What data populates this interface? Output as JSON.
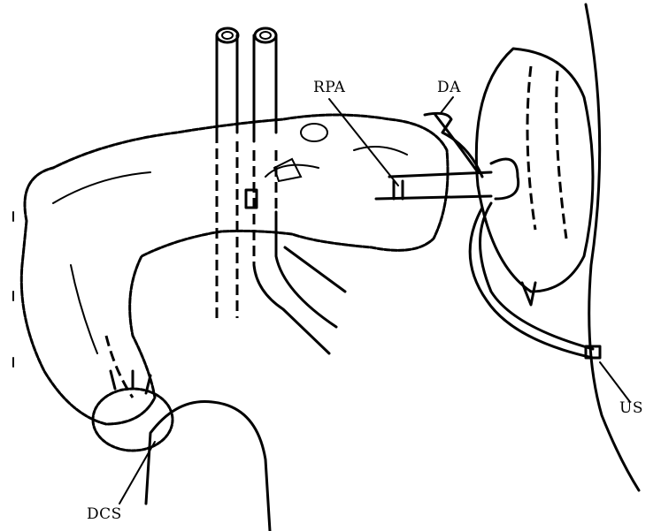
{
  "diagram": {
    "labels": {
      "rpa": "RPA",
      "da": "DA",
      "us": "US",
      "dcs": "DCS"
    },
    "colors": {
      "line": "#000000",
      "background": "#ffffff"
    }
  }
}
